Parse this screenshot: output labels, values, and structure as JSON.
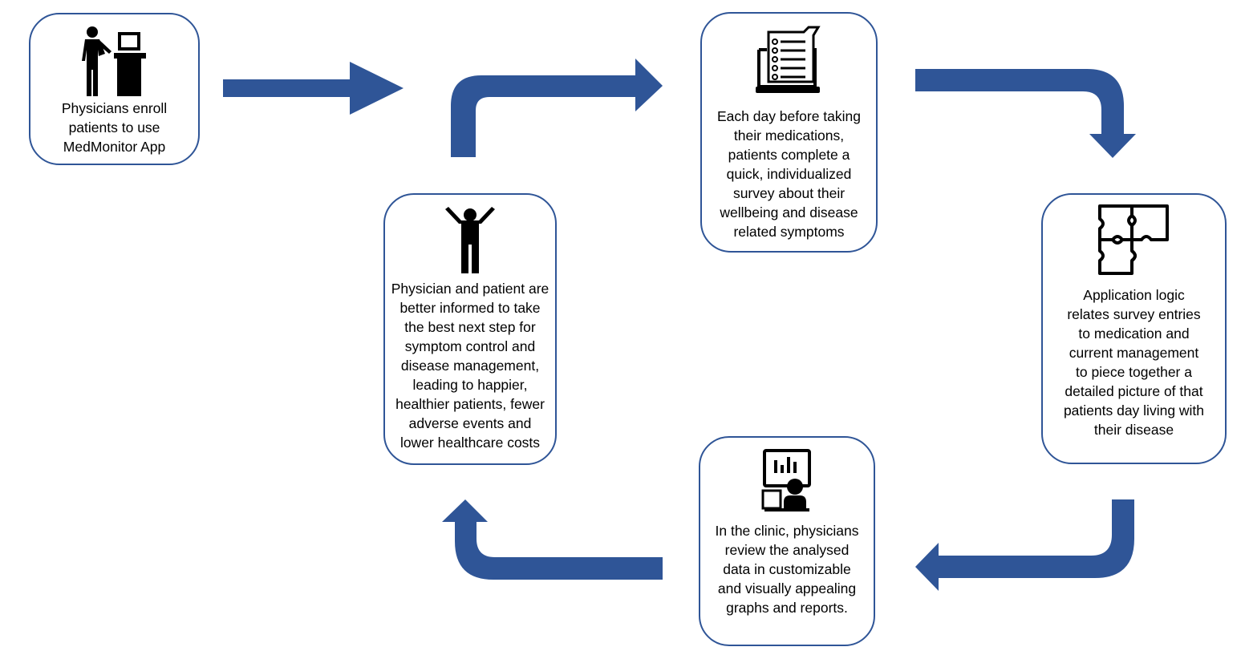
{
  "diagram": {
    "colors": {
      "arrow": "#2f5597",
      "border": "#2f5597",
      "icon": "#000000"
    },
    "steps": [
      {
        "icon": "physician-computer-icon",
        "text": "Physicians enroll patients to use MedMonitor App"
      },
      {
        "icon": "laptop-survey-icon",
        "text": "Each day before taking their medications, patients complete a quick, individualized survey about their wellbeing and disease related symptoms"
      },
      {
        "icon": "puzzle-icon",
        "text": "Application logic relates survey entries to medication and current management to piece together a detailed picture of that patients day living with their disease"
      },
      {
        "icon": "clinic-dashboard-icon",
        "text": "In the clinic, physicians review the analysed data in customizable and visually appealing graphs and reports."
      },
      {
        "icon": "happy-person-icon",
        "text": "Physician and patient are better informed to take the best next step for symptom control and disease management, leading to happier, healthier patients, fewer adverse events and lower healthcare costs"
      }
    ],
    "lines": {
      "step1": [
        "Physicians enroll",
        "patients to use",
        "MedMonitor App"
      ],
      "step2": [
        "Each day before taking",
        "their medications,",
        "patients complete a",
        "quick, individualized",
        "survey about their",
        "wellbeing and disease",
        "related symptoms"
      ],
      "step3": [
        "Application logic",
        "relates survey entries",
        "to medication and",
        "current management",
        "to piece together a",
        "detailed picture of that",
        "patients day living with",
        "their disease"
      ],
      "step4": [
        "In the clinic, physicians",
        "review the analysed",
        "data in customizable",
        "and visually appealing",
        "graphs and reports."
      ],
      "step5": [
        "Physician and patient are",
        "better informed to take",
        "the best next step for",
        "symptom control and",
        "disease management,",
        "leading to happier,",
        "healthier patients, fewer",
        "adverse events and",
        "lower healthcare costs"
      ]
    }
  }
}
